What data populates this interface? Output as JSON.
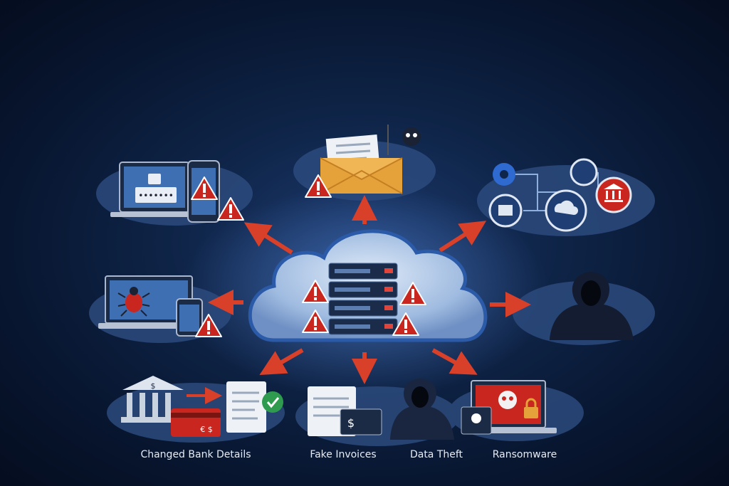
{
  "labels": {
    "changed_bank_details": "Changed Bank Details",
    "fake_invoices": "Fake Invoices",
    "data_theft": "Data Theft",
    "ransomware": "Ransomware"
  },
  "icons": {
    "card_currency": "€ $",
    "dollar": "$"
  },
  "colors": {
    "alert_red": "#c8261e",
    "arrow_red": "#d8402a",
    "cloud_blue": "#a9c4e6",
    "node_cloud": "#2b4a7c",
    "envelope": "#e6a23a"
  }
}
